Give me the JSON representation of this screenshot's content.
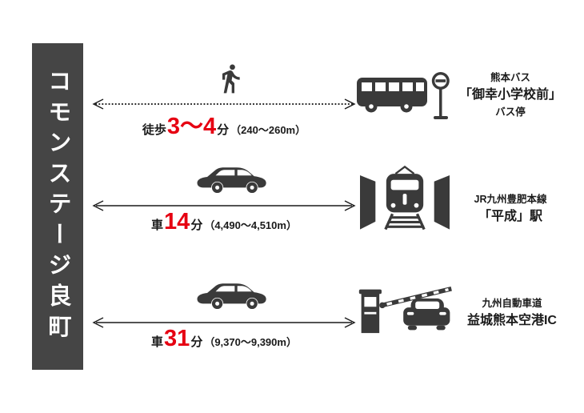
{
  "property": {
    "name": "コモンステージ良町"
  },
  "routes": [
    {
      "mode": "walk",
      "mode_label": "徒歩",
      "time_value": "3～4",
      "time_unit": "分",
      "distance": "（240～260m）",
      "line_style": "dotted",
      "destination": {
        "line1": "熊本バス",
        "line2": "「御幸小学校前」",
        "line3": "バス停"
      }
    },
    {
      "mode": "car",
      "mode_label": "車",
      "time_value": "14",
      "time_unit": "分",
      "distance": "（4,490～4,510m）",
      "line_style": "solid",
      "destination": {
        "line1": "JR九州豊肥本線",
        "line2": "「平成」駅",
        "line3": ""
      }
    },
    {
      "mode": "car",
      "mode_label": "車",
      "time_value": "31",
      "time_unit": "分",
      "distance": "（9,370～9,390m）",
      "line_style": "solid",
      "destination": {
        "line1": "九州自動車道",
        "line2": "益城熊本空港IC",
        "line3": ""
      }
    }
  ],
  "colors": {
    "accent_red": "#e60012",
    "bar_gray": "#454545",
    "icon_gray": "#3a3a3a"
  }
}
